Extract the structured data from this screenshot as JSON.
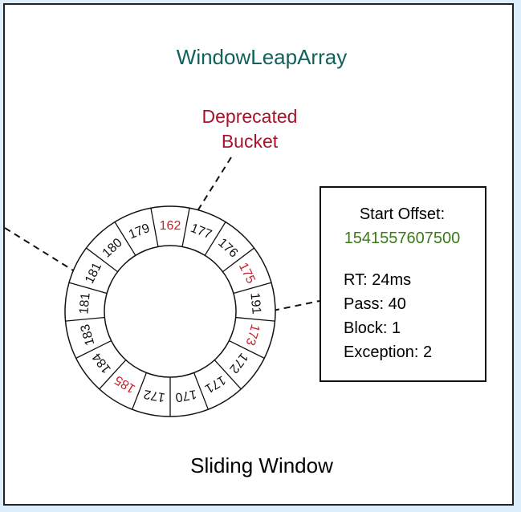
{
  "title": "WindowLeapArray",
  "bottom_label": "Sliding Window",
  "deprecated_label": [
    "Deprecated",
    "Bucket"
  ],
  "info_panel": {
    "start_offset_label": "Start Offset:",
    "start_offset_value": "1541557607500",
    "stats": [
      "RT: 24ms",
      "Pass: 40",
      "Block: 1",
      "Exception: 2"
    ]
  },
  "buckets": [
    {
      "value": "162",
      "highlight": true
    },
    {
      "value": "177",
      "highlight": false
    },
    {
      "value": "176",
      "highlight": false
    },
    {
      "value": "175",
      "highlight": true
    },
    {
      "value": "191",
      "highlight": false
    },
    {
      "value": "173",
      "highlight": true
    },
    {
      "value": "172",
      "highlight": false
    },
    {
      "value": "171",
      "highlight": false
    },
    {
      "value": "170",
      "highlight": false
    },
    {
      "value": "172",
      "highlight": false
    },
    {
      "value": "185",
      "highlight": true
    },
    {
      "value": "184",
      "highlight": false
    },
    {
      "value": "183",
      "highlight": false
    },
    {
      "value": "181",
      "highlight": false
    },
    {
      "value": "181",
      "highlight": false
    },
    {
      "value": "180",
      "highlight": false
    },
    {
      "value": "179",
      "highlight": false
    }
  ],
  "colors": {
    "title": "#12615c",
    "deprecated": "#a8122b",
    "offset_value": "#3a7a1a",
    "highlight_bucket": "#c8202a",
    "normal": "#111111"
  }
}
